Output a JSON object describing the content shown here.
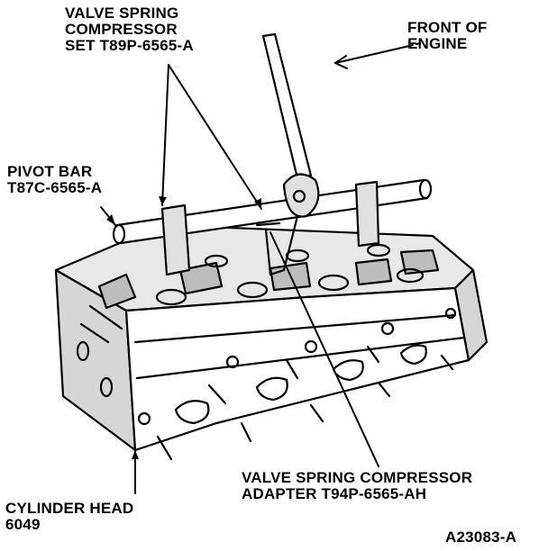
{
  "labels": {
    "compressor_set": [
      "VALVE SPRING",
      "COMPRESSOR",
      "SET T89P-6565-A"
    ],
    "front": [
      "FRONT OF",
      "ENGINE"
    ],
    "pivot_bar": [
      "PIVOT BAR",
      "T87C-6565-A"
    ],
    "adapter": [
      "VALVE SPRING COMPRESSOR",
      "ADAPTER T94P-6565-AH"
    ],
    "cylinder_head": [
      "CYLINDER HEAD",
      "6049"
    ],
    "figure_id": "A23083-A"
  },
  "colors": {
    "ink": "#000000",
    "paper": "#ffffff",
    "shade": "#cfcfcf"
  }
}
